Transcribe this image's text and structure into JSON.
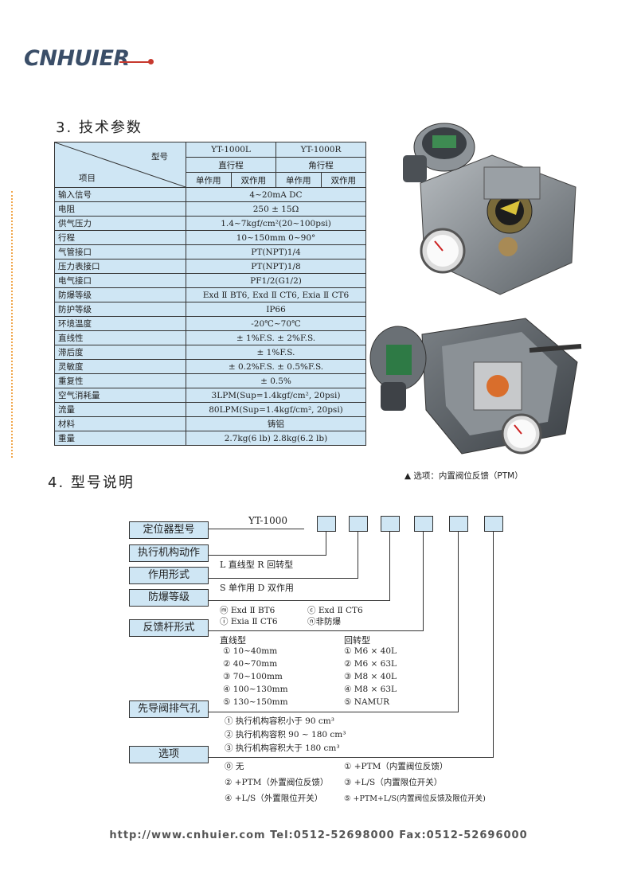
{
  "brand": "CNHUIER",
  "section3_title": "3. 技术参数",
  "section4_title": "4. 型号说明",
  "table": {
    "header_model": "型号",
    "header_item": "项目",
    "models": [
      "YT-1000L",
      "YT-1000R"
    ],
    "strokes": [
      "直行程",
      "角行程"
    ],
    "actions": [
      "单作用",
      "双作用",
      "单作用",
      "双作用"
    ],
    "rows": [
      {
        "label": "输入信号",
        "value": "4~20mA DC"
      },
      {
        "label": "电阻",
        "value": "250 ± 15Ω"
      },
      {
        "label": "供气压力",
        "value": "1.4~7kgf/cm²(20~100psi)"
      },
      {
        "label": "行程",
        "value": "10~150mm  0~90°"
      },
      {
        "label": "气管接口",
        "value": "PT(NPT)1/4"
      },
      {
        "label": "压力表接口",
        "value": "PT(NPT)1/8"
      },
      {
        "label": "电气接口",
        "value": "PF1/2(G1/2)"
      },
      {
        "label": "防爆等级",
        "value": "Exd Ⅱ BT6, Exd Ⅱ CT6, Exia Ⅱ CT6"
      },
      {
        "label": "防护等级",
        "value": "IP66"
      },
      {
        "label": "环境温度",
        "value": "-20℃~70℃"
      },
      {
        "label": "直线性",
        "value": "± 1%F.S.  ± 2%F.S."
      },
      {
        "label": "滞后度",
        "value": "± 1%F.S."
      },
      {
        "label": "灵敏度",
        "value": "± 0.2%F.S.  ± 0.5%F.S."
      },
      {
        "label": "重复性",
        "value": "± 0.5%"
      },
      {
        "label": "空气消耗量",
        "value": "3LPM(Sup=1.4kgf/cm², 20psi)"
      },
      {
        "label": "流量",
        "value": "80LPM(Sup=1.4kgf/cm², 20psi)"
      },
      {
        "label": "材料",
        "value": "铸铝"
      },
      {
        "label": "重量",
        "value": "2.7kg(6 lb) 2.8kg(6.2 lb)"
      }
    ]
  },
  "photo_note": "▲ 选项：内置阀位反馈（PTM）",
  "model_code": "YT-1000",
  "boxes": [
    "定位器型号",
    "执行机构动作",
    "作用形式",
    "防爆等级",
    "反馈杆形式",
    "先导阀排气孔",
    "选项"
  ],
  "actuator_options": "L 直线型    R 回转型",
  "action_options": "S 单作用    D 双作用",
  "ex_options": [
    "ⓜ Exd Ⅱ BT6",
    "ⓒ Exd Ⅱ CT6",
    "ⓘ Exia Ⅱ CT6",
    "ⓝ非防爆"
  ],
  "feedback_linear_title": "直线型",
  "feedback_rotary_title": "回转型",
  "feedback_linear": [
    "① 10~40mm",
    "② 40~70mm",
    "③ 70~100mm",
    "④ 100~130mm",
    "⑤ 130~150mm"
  ],
  "feedback_rotary": [
    "① M6 × 40L",
    "② M6 × 63L",
    "③ M8 × 40L",
    "④ M8 × 63L",
    "⑤ NAMUR"
  ],
  "exhaust_options": [
    "①  执行机构容积小于 90 cm³",
    "②  执行机构容积 90 ~ 180 cm³",
    "③  执行机构容积大于 180 cm³"
  ],
  "extra_options": [
    "⓪ 无",
    "① +PTM（内置阀位反馈）",
    "② +PTM（外置阀位反馈）",
    "③ +L/S（内置限位开关）",
    "④ +L/S（外置限位开关）",
    "⑤ +PTM+L/S(内置阀位反馈及限位开关)"
  ],
  "footer": "http://www.cnhuier.com    Tel:0512-52698000    Fax:0512-52696000"
}
